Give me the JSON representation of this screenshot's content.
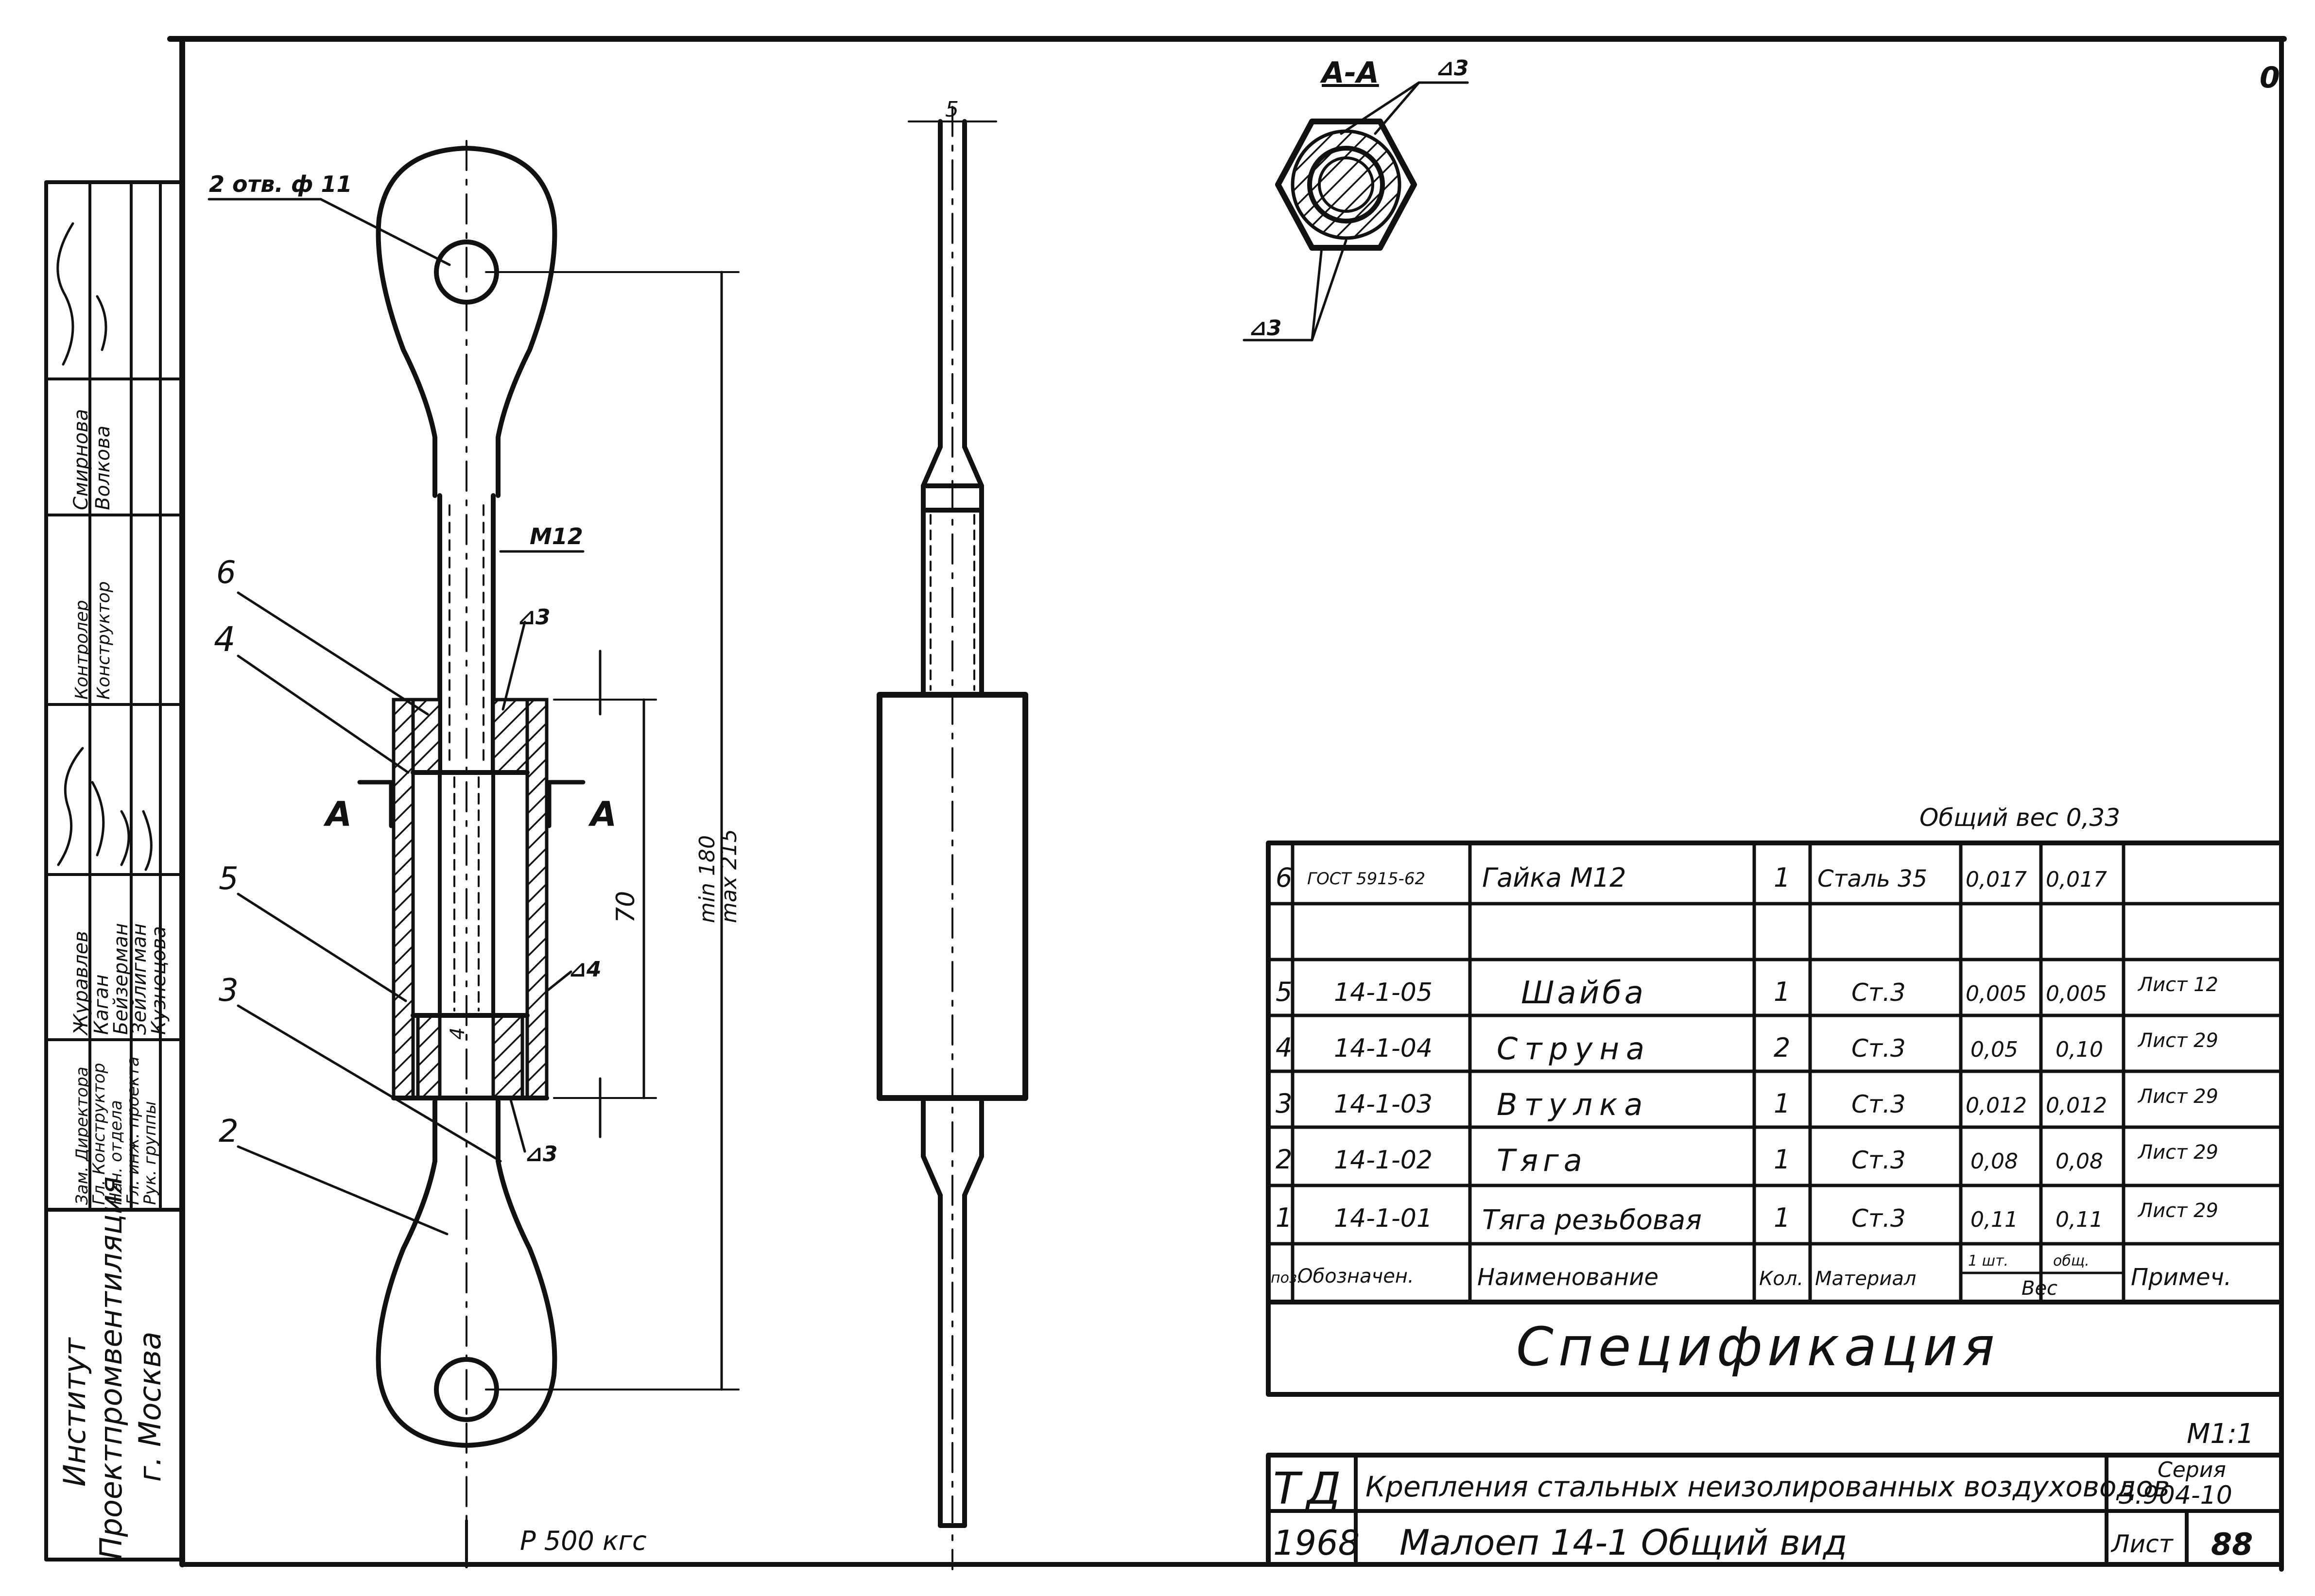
{
  "sheet": {
    "corner_mark": "0",
    "callouts": {
      "holes": "2 отв. ф 11",
      "thread": "М12",
      "weld_3": "⊿3",
      "weld_4": "⊿4",
      "item_6": "6",
      "item_4": "4",
      "item_5": "5",
      "item_3": "3",
      "item_2": "2",
      "section_mark": "А",
      "dim_70": "70",
      "dim_min": "min 180",
      "dim_max": "max 215",
      "dim_5": "5",
      "small_dim": "4",
      "load": "Р 500 кгс"
    },
    "section_title": "А-А",
    "side_block": {
      "institute": [
        "Институт",
        "Проектпромвентиляция",
        "г. Москва"
      ],
      "rows": [
        {
          "role": "Зам. Директора",
          "name": "Журавлев"
        },
        {
          "role": "Гл. Конструктор",
          "name": "Каган"
        },
        {
          "role": "Нач. отдела",
          "name": "Бейзерман"
        },
        {
          "role": "Гл. инж. проекта",
          "name": "Зейлигман"
        },
        {
          "role": "Рук. группы",
          "name": "Кузнецова"
        },
        {
          "role": "Контролер",
          "name": "Смирнова"
        },
        {
          "role": "Конструктор",
          "name": "Волкова"
        }
      ]
    },
    "total_weight": "Общий вес 0,33",
    "spec": {
      "header": [
        "поз.",
        "Обозначен.",
        "Наименование",
        "Кол.",
        "Материал",
        "1 шт.",
        "общ.",
        "Вес",
        "Примеч."
      ],
      "rows": [
        {
          "pos": "6",
          "code": "ГОСТ 5915-62",
          "name": "Гайка М12",
          "qty": "1",
          "material": "Сталь 35",
          "w1": "0,017",
          "wt": "0,017",
          "note": ""
        },
        {
          "pos": "",
          "code": "",
          "name": "",
          "qty": "",
          "material": "",
          "w1": "",
          "wt": "",
          "note": ""
        },
        {
          "pos": "5",
          "code": "14-1-05",
          "name": "Шайба",
          "qty": "1",
          "material": "Ст.3",
          "w1": "0,005",
          "wt": "0,005",
          "note": "Лист 12"
        },
        {
          "pos": "4",
          "code": "14-1-04",
          "name": "Струна",
          "qty": "2",
          "material": "Ст.3",
          "w1": "0,05",
          "wt": "0,10",
          "note": "Лист 29"
        },
        {
          "pos": "3",
          "code": "14-1-03",
          "name": "Втулка",
          "qty": "1",
          "material": "Ст.3",
          "w1": "0,012",
          "wt": "0,012",
          "note": "Лист 29"
        },
        {
          "pos": "2",
          "code": "14-1-02",
          "name": "Тяга",
          "qty": "1",
          "material": "Ст.3",
          "w1": "0,08",
          "wt": "0,08",
          "note": "Лист 29"
        },
        {
          "pos": "1",
          "code": "14-1-01",
          "name": "Тяга резьбовая",
          "qty": "1",
          "material": "Ст.3",
          "w1": "0,11",
          "wt": "0,11",
          "note": "Лист 29"
        }
      ],
      "title": "Спецификация"
    },
    "scale": "М1:1",
    "title_block": {
      "td": "ТД",
      "description": "Крепления стальных неизолированных воздуховодов",
      "series_label": "Серия",
      "series_value": "3.904-10",
      "year": "1968",
      "model": "Малоеп 14-1 Общий вид",
      "sheet_label": "Лист",
      "sheet_value": "88"
    }
  }
}
